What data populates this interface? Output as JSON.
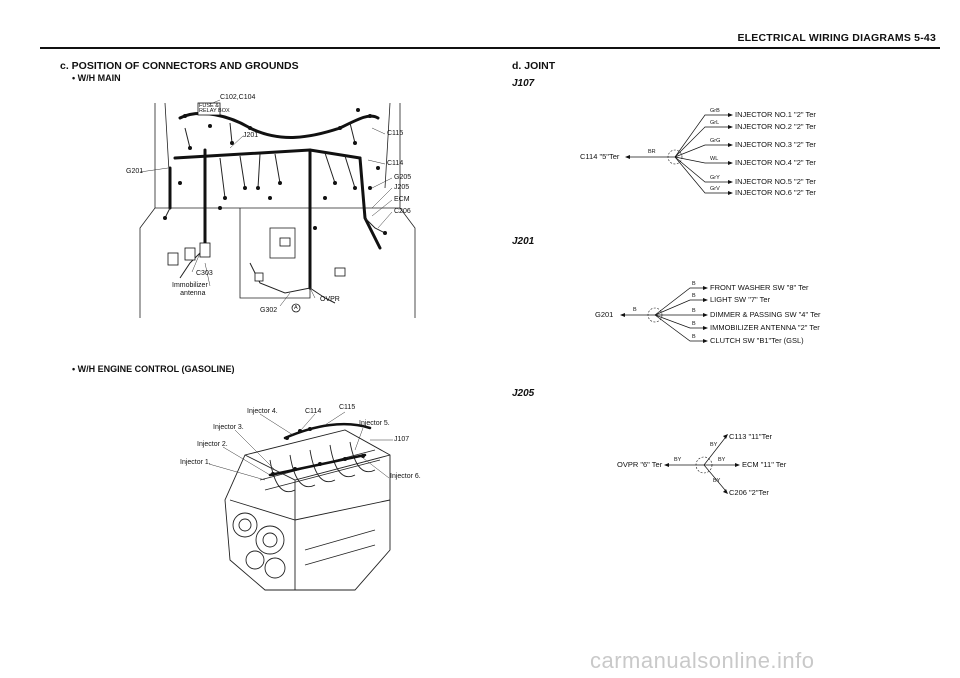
{
  "header": {
    "title": "ELECTRICAL WIRING DIAGRAMS  5-43"
  },
  "left": {
    "section_title": "c. POSITION OF CONNECTORS AND GROUNDS",
    "sub1": "W/H MAIN",
    "sub2": "W/H ENGINE CONTROL (GASOLINE)",
    "main_labels": {
      "c102": "C102,C104",
      "j201": "J201",
      "c115": "C115",
      "g201": "G201",
      "c114": "C114",
      "g205": "G205",
      "j205": "J205",
      "ecm": "ECM",
      "c206": "C206",
      "c303": "C303",
      "immob1": "Immobilizer",
      "immob2": "antenna",
      "ovpr": "OVPR",
      "g302": "G302",
      "a": "A",
      "fuse1": "FUSE &",
      "fuse2": "RELAY BOX"
    },
    "engine_labels": {
      "inj4": "Injector 4.",
      "c114": "C114",
      "c115": "C115",
      "inj3": "Injector 3.",
      "inj5": "Injector 5.",
      "inj2": "Injector 2.",
      "j107": "J107",
      "inj1": "Injector 1.",
      "inj6": "Injector 6."
    }
  },
  "right": {
    "section_title": "d. JOINT",
    "j107": {
      "title": "J107",
      "source": "C114 \"5\"Ter",
      "source_wire": "BR",
      "wires": [
        "GrB",
        "GrL",
        "GrG",
        "WL",
        "GrY",
        "GrV"
      ],
      "targets": [
        "INJECTOR NO.1 \"2\" Ter",
        "INJECTOR NO.2 \"2\" Ter",
        "INJECTOR NO.3 \"2\" Ter",
        "INJECTOR NO.4 \"2\" Ter",
        "INJECTOR NO.5 \"2\" Ter",
        "INJECTOR NO.6 \"2\" Ter"
      ]
    },
    "j201": {
      "title": "J201",
      "source": "G201",
      "source_wire": "B",
      "wires": [
        "B",
        "B",
        "B",
        "B",
        "B"
      ],
      "targets": [
        "FRONT WASHER SW \"8\" Ter",
        "LIGHT SW \"7\" Ter",
        "DIMMER & PASSING SW \"4\" Ter",
        "IMMOBILIZER ANTENNA \"2\" Ter",
        "CLUTCH SW \"B1\"Ter (GSL)"
      ]
    },
    "j205": {
      "title": "J205",
      "source": "OVPR \"6\" Ter",
      "source_wire": "BY",
      "wires": [
        "BY",
        "BY",
        "BY"
      ],
      "targets": [
        "C113 \"11\"Ter",
        "ECM \"11\" Ter",
        "C206 \"2\"Ter"
      ]
    }
  },
  "footer": {
    "watermark": "carmanualsonline.info"
  }
}
